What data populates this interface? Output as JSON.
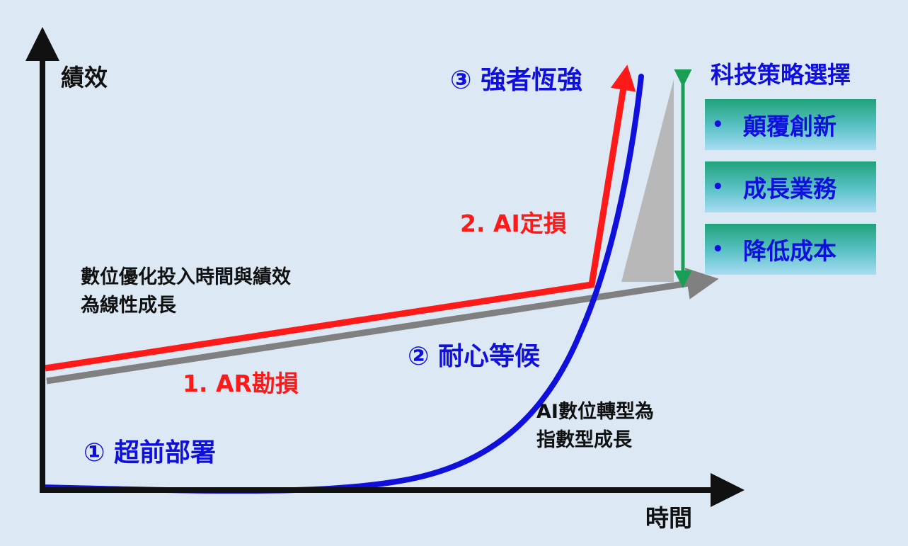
{
  "axes": {
    "y_label": "績效",
    "x_label": "時間"
  },
  "annotations": {
    "linear_growth": [
      "數位優化投入時間與績效",
      "為線性成長"
    ],
    "exponential_growth": [
      "AI數位轉型為",
      "指數型成長"
    ],
    "ar_loss": "1. AR勘損",
    "ai_loss": "2. AI定損"
  },
  "phases": [
    {
      "marker": "①",
      "label": "超前部署"
    },
    {
      "marker": "②",
      "label": "耐心等候"
    },
    {
      "marker": "③",
      "label": "強者恆強"
    }
  ],
  "strategy_panel": {
    "title": "科技策略選擇",
    "bullet": "•",
    "items": [
      "顛覆創新",
      "成長業務",
      "降低成本"
    ]
  },
  "colors": {
    "background": "#dce9f5",
    "axis": "#111111",
    "linear_gray": "#808080",
    "red": "#ff1a1a",
    "blue": "#1010dd",
    "green_arrow": "#1a9e55",
    "wedge": "#b8b8b8"
  }
}
